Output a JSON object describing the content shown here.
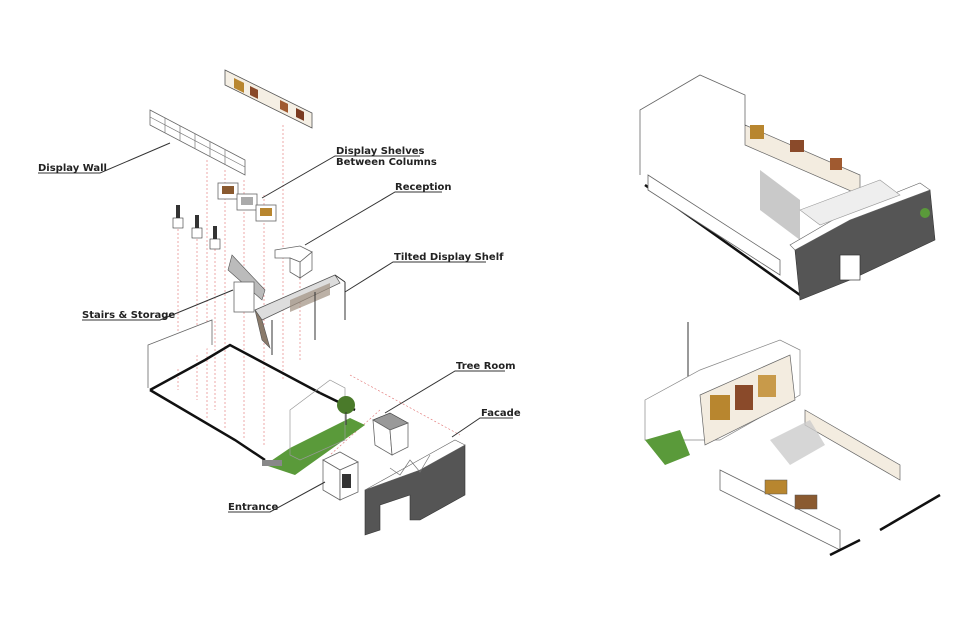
{
  "diagram": {
    "labels": {
      "display_wall": "Display Wall",
      "display_shelves_1": "Display Shelves",
      "display_shelves_2": "Between Columns",
      "reception": "Reception",
      "tilted_display_shelf": "Tilted Display Shelf",
      "stairs_storage": "Stairs & Storage",
      "tree_room": "Tree Room",
      "facade": "Facade",
      "entrance": "Entrance"
    },
    "colors": {
      "leader": "#333333",
      "projection": "#e07070",
      "grass": "#5a9a3a",
      "shelf": "#b8862f",
      "facade": "#555555"
    }
  }
}
